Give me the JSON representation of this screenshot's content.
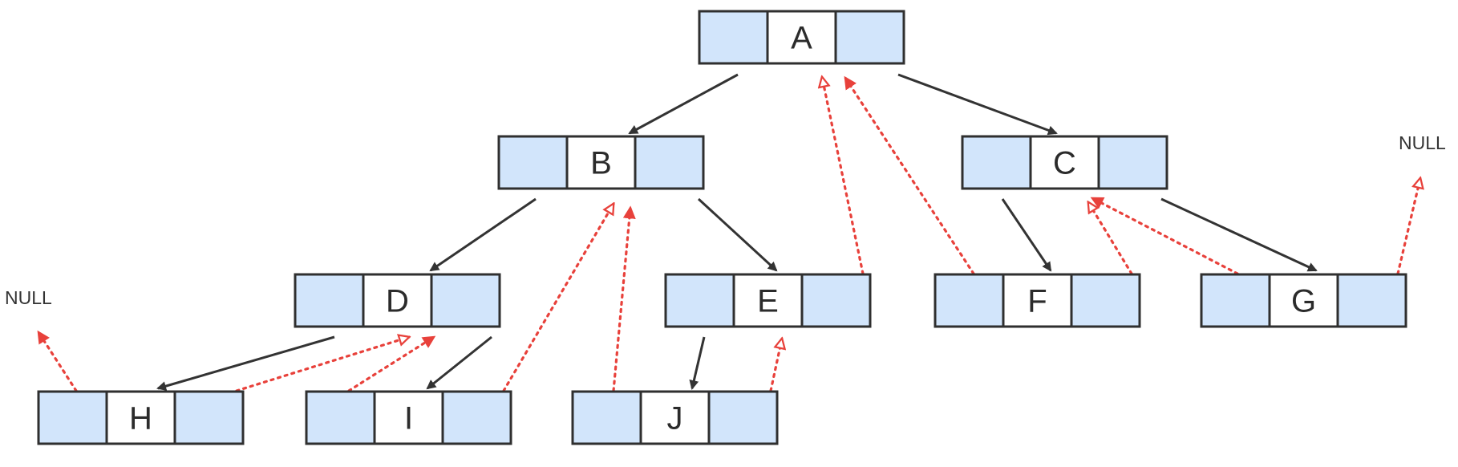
{
  "diagram": {
    "nodes": [
      {
        "id": "A",
        "label": "A"
      },
      {
        "id": "B",
        "label": "B"
      },
      {
        "id": "C",
        "label": "C"
      },
      {
        "id": "D",
        "label": "D"
      },
      {
        "id": "E",
        "label": "E"
      },
      {
        "id": "F",
        "label": "F"
      },
      {
        "id": "G",
        "label": "G"
      },
      {
        "id": "H",
        "label": "H"
      },
      {
        "id": "I",
        "label": "I"
      },
      {
        "id": "J",
        "label": "J"
      }
    ],
    "null_labels": [
      {
        "id": "null-left",
        "text": "NULL"
      },
      {
        "id": "null-right",
        "text": "NULL"
      }
    ],
    "child_edges": [
      {
        "from": "A",
        "to": "B"
      },
      {
        "from": "A",
        "to": "C"
      },
      {
        "from": "B",
        "to": "D"
      },
      {
        "from": "B",
        "to": "E"
      },
      {
        "from": "C",
        "to": "F"
      },
      {
        "from": "C",
        "to": "G"
      },
      {
        "from": "D",
        "to": "H"
      },
      {
        "from": "D",
        "to": "I"
      },
      {
        "from": "E",
        "to": "J"
      }
    ],
    "thread_edges": [
      {
        "from": "H",
        "to": "NULL",
        "arrow": "filled"
      },
      {
        "from": "H",
        "to": "D",
        "arrow": "open"
      },
      {
        "from": "I",
        "to": "D",
        "arrow": "filled"
      },
      {
        "from": "I",
        "to": "B",
        "arrow": "open"
      },
      {
        "from": "J",
        "to": "B",
        "arrow": "filled"
      },
      {
        "from": "J",
        "to": "E",
        "arrow": "open"
      },
      {
        "from": "E",
        "to": "A",
        "arrow": "open"
      },
      {
        "from": "F",
        "to": "A",
        "arrow": "filled"
      },
      {
        "from": "F",
        "to": "C",
        "arrow": "open"
      },
      {
        "from": "G",
        "to": "C",
        "arrow": "filled"
      },
      {
        "from": "G",
        "to": "NULL",
        "arrow": "open"
      }
    ],
    "colors": {
      "pointer_cell": "#d2e5fb",
      "data_cell": "#ffffff",
      "border": "#2f2f2f",
      "child_edge": "#333333",
      "thread_edge": "#e8413b"
    }
  }
}
